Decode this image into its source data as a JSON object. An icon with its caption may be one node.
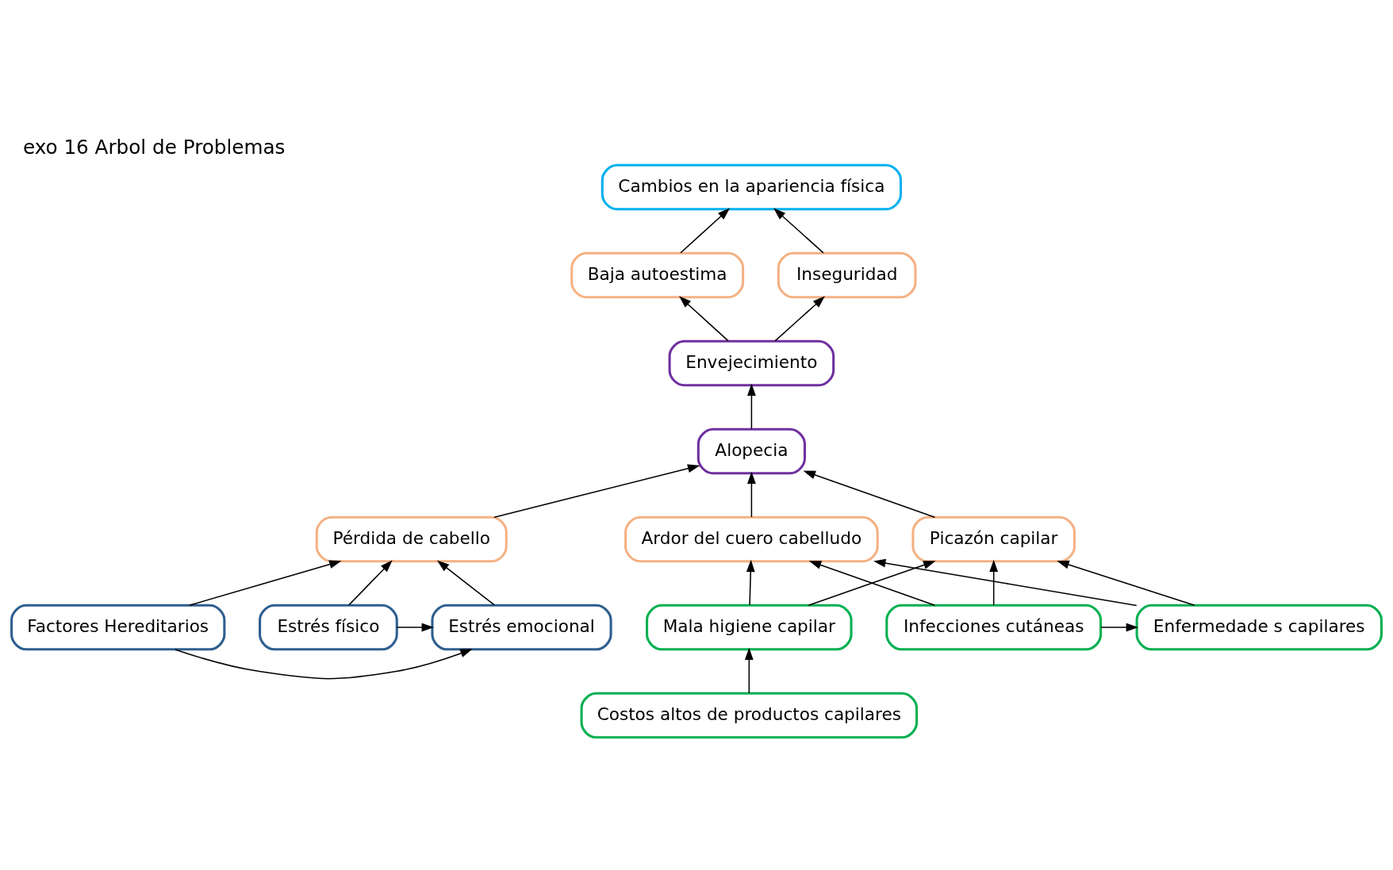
{
  "diagram": {
    "title": "exo 16 Arbol de Problemas",
    "nodes": [
      {
        "text": [
          "Cambios en la apariencia física"
        ]
      },
      {
        "text": [
          "Baja autoestima"
        ]
      },
      {
        "text": [
          "Inseguridad"
        ]
      },
      {
        "text": [
          "Envejecimiento"
        ]
      },
      {
        "text": [
          "Alopecia"
        ]
      },
      {
        "text": [
          "Pérdida de cabello"
        ]
      },
      {
        "text": [
          "Picazón capilar"
        ]
      },
      {
        "text": [
          "Ardor del cuero cabelludo"
        ]
      },
      {
        "text": [
          "Factores Hereditarios"
        ]
      },
      {
        "text": [
          "Estrés emocional"
        ]
      },
      {
        "text": [
          "Estrés físico"
        ]
      },
      {
        "text": [
          "Mala higiene capilar"
        ]
      },
      {
        "text": [
          "Enfermedade s capilares"
        ]
      },
      {
        "text": [
          "Infecciones cutáneas"
        ]
      },
      {
        "text": [
          "Costos altos de productos capilares"
        ]
      }
    ],
    "edges": [
      {
        "from": 1,
        "to": 0,
        "arrow": "to"
      },
      {
        "from": 2,
        "to": 0,
        "arrow": "to"
      },
      {
        "from": 3,
        "to": 1,
        "arrow": "to"
      },
      {
        "from": 3,
        "to": 2,
        "arrow": "to"
      },
      {
        "from": 4,
        "to": 3,
        "arrow": "to"
      },
      {
        "from": 5,
        "to": 4,
        "arrow": "to"
      },
      {
        "from": 6,
        "to": 4,
        "arrow": "to"
      },
      {
        "from": 7,
        "to": 4,
        "arrow": "to"
      },
      {
        "from": 8,
        "to": 5,
        "arrow": "to"
      },
      {
        "from": 9,
        "to": 5,
        "arrow": "to"
      },
      {
        "from": 10,
        "to": 5,
        "arrow": "to"
      },
      {
        "from": 8,
        "to": 9,
        "arrow": "to"
      },
      {
        "from": 10,
        "to": 9,
        "arrow": "to"
      },
      {
        "from": 11,
        "to": 6,
        "arrow": "to"
      },
      {
        "from": 12,
        "to": 6,
        "arrow": "to"
      },
      {
        "from": 13,
        "to": 6,
        "arrow": "to"
      },
      {
        "from": 11,
        "to": 7,
        "arrow": "to"
      },
      {
        "from": 12,
        "to": 7,
        "arrow": "to"
      },
      {
        "from": 13,
        "to": 7,
        "arrow": "to"
      },
      {
        "from": 13,
        "to": 12,
        "arrow": "to"
      },
      {
        "from": 14,
        "to": 11,
        "arrow": "to"
      }
    ]
  }
}
